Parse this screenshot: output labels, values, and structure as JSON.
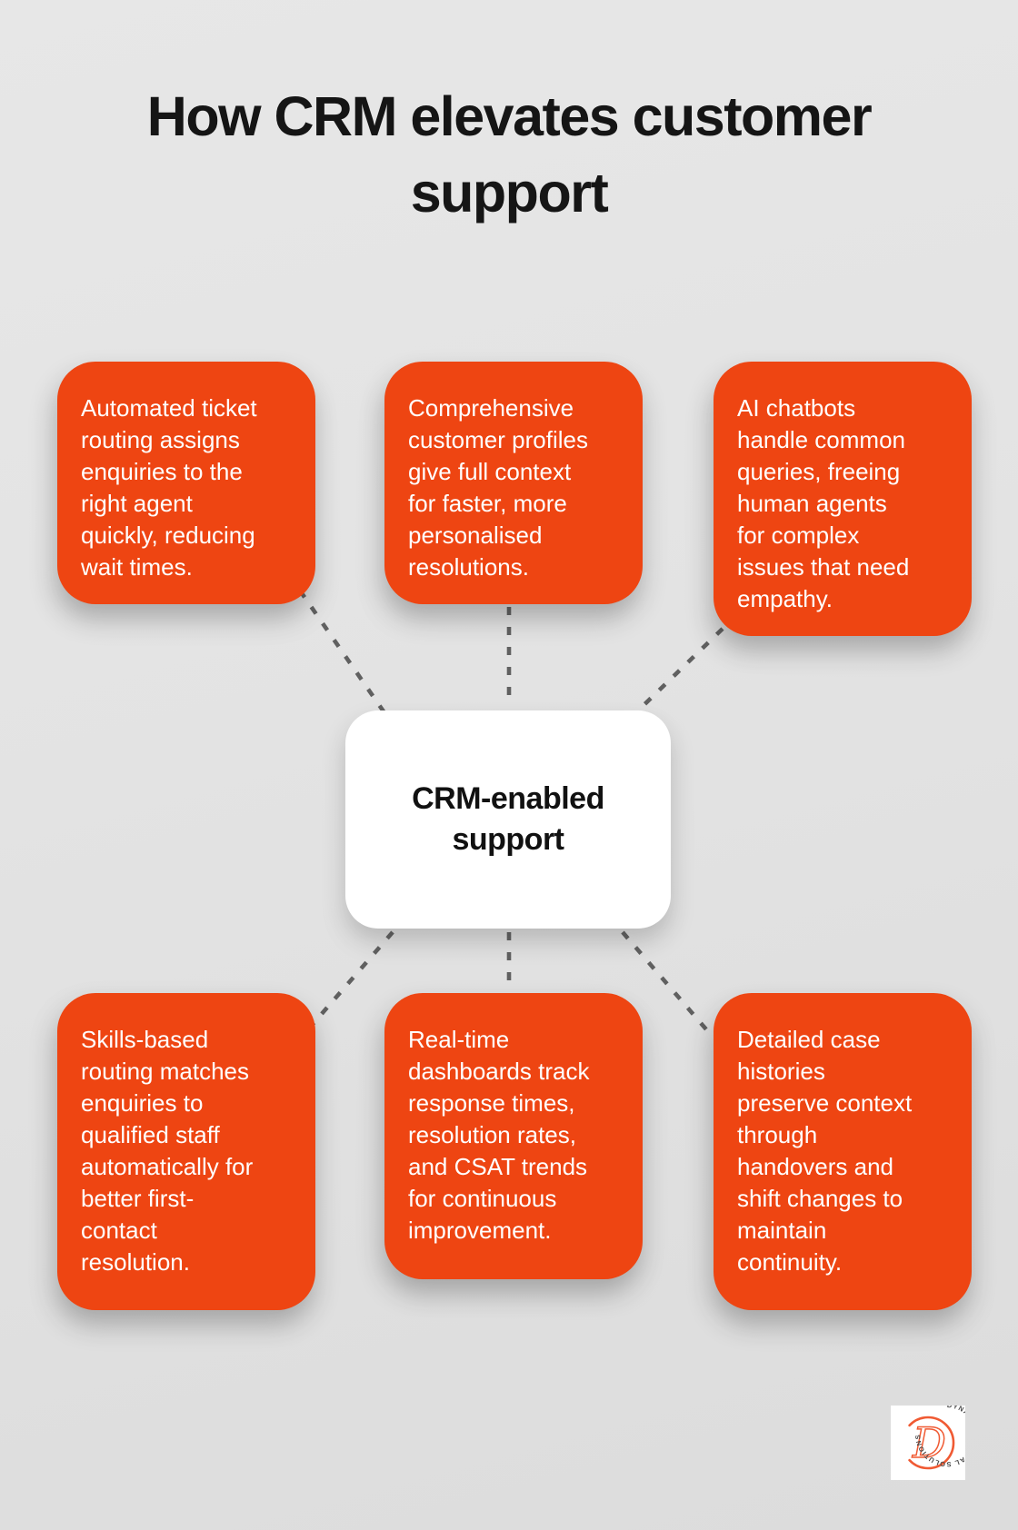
{
  "page": {
    "title": "How CRM elevates customer\nsupport",
    "background_color": "#e3e3e3",
    "title_color": "#151515"
  },
  "center_node": {
    "label": "CRM-enabled\nsupport",
    "background_color": "#ffffff",
    "text_color": "#111111"
  },
  "nodes": [
    {
      "id": "top-left",
      "text": "Automated ticket\nrouting assigns\nenquiries to the\nright agent\nquickly, reducing\nwait times."
    },
    {
      "id": "top-center",
      "text": "Comprehensive\ncustomer profiles\ngive full context\nfor faster, more\npersonalised\nresolutions."
    },
    {
      "id": "top-right",
      "text": "AI chatbots\nhandle common\nqueries, freeing\nhuman agents\nfor complex\nissues that need\nempathy."
    },
    {
      "id": "bottom-left",
      "text": "Skills-based\nrouting matches\nenquiries to\nqualified staff\nautomatically for\nbetter first-\ncontact\nresolution."
    },
    {
      "id": "bottom-center",
      "text": "Real-time\ndashboards track\nresponse times,\nresolution rates,\nand CSAT trends\nfor continuous\nimprovement."
    },
    {
      "id": "bottom-right",
      "text": "Detailed case\nhistories\npreserve context\nthrough\nhandovers and\nshift changes to\nmaintain\ncontinuity."
    }
  ],
  "colors": {
    "node_background": "#EE4512",
    "node_text": "#ffffff",
    "connector": "#606060",
    "logo_orange": "#F05A33",
    "logo_text": "#4a4a4a"
  },
  "logo": {
    "circular_text": "DYNAMIC • DIGITAL SOLUTIONS",
    "monogram": "D"
  }
}
